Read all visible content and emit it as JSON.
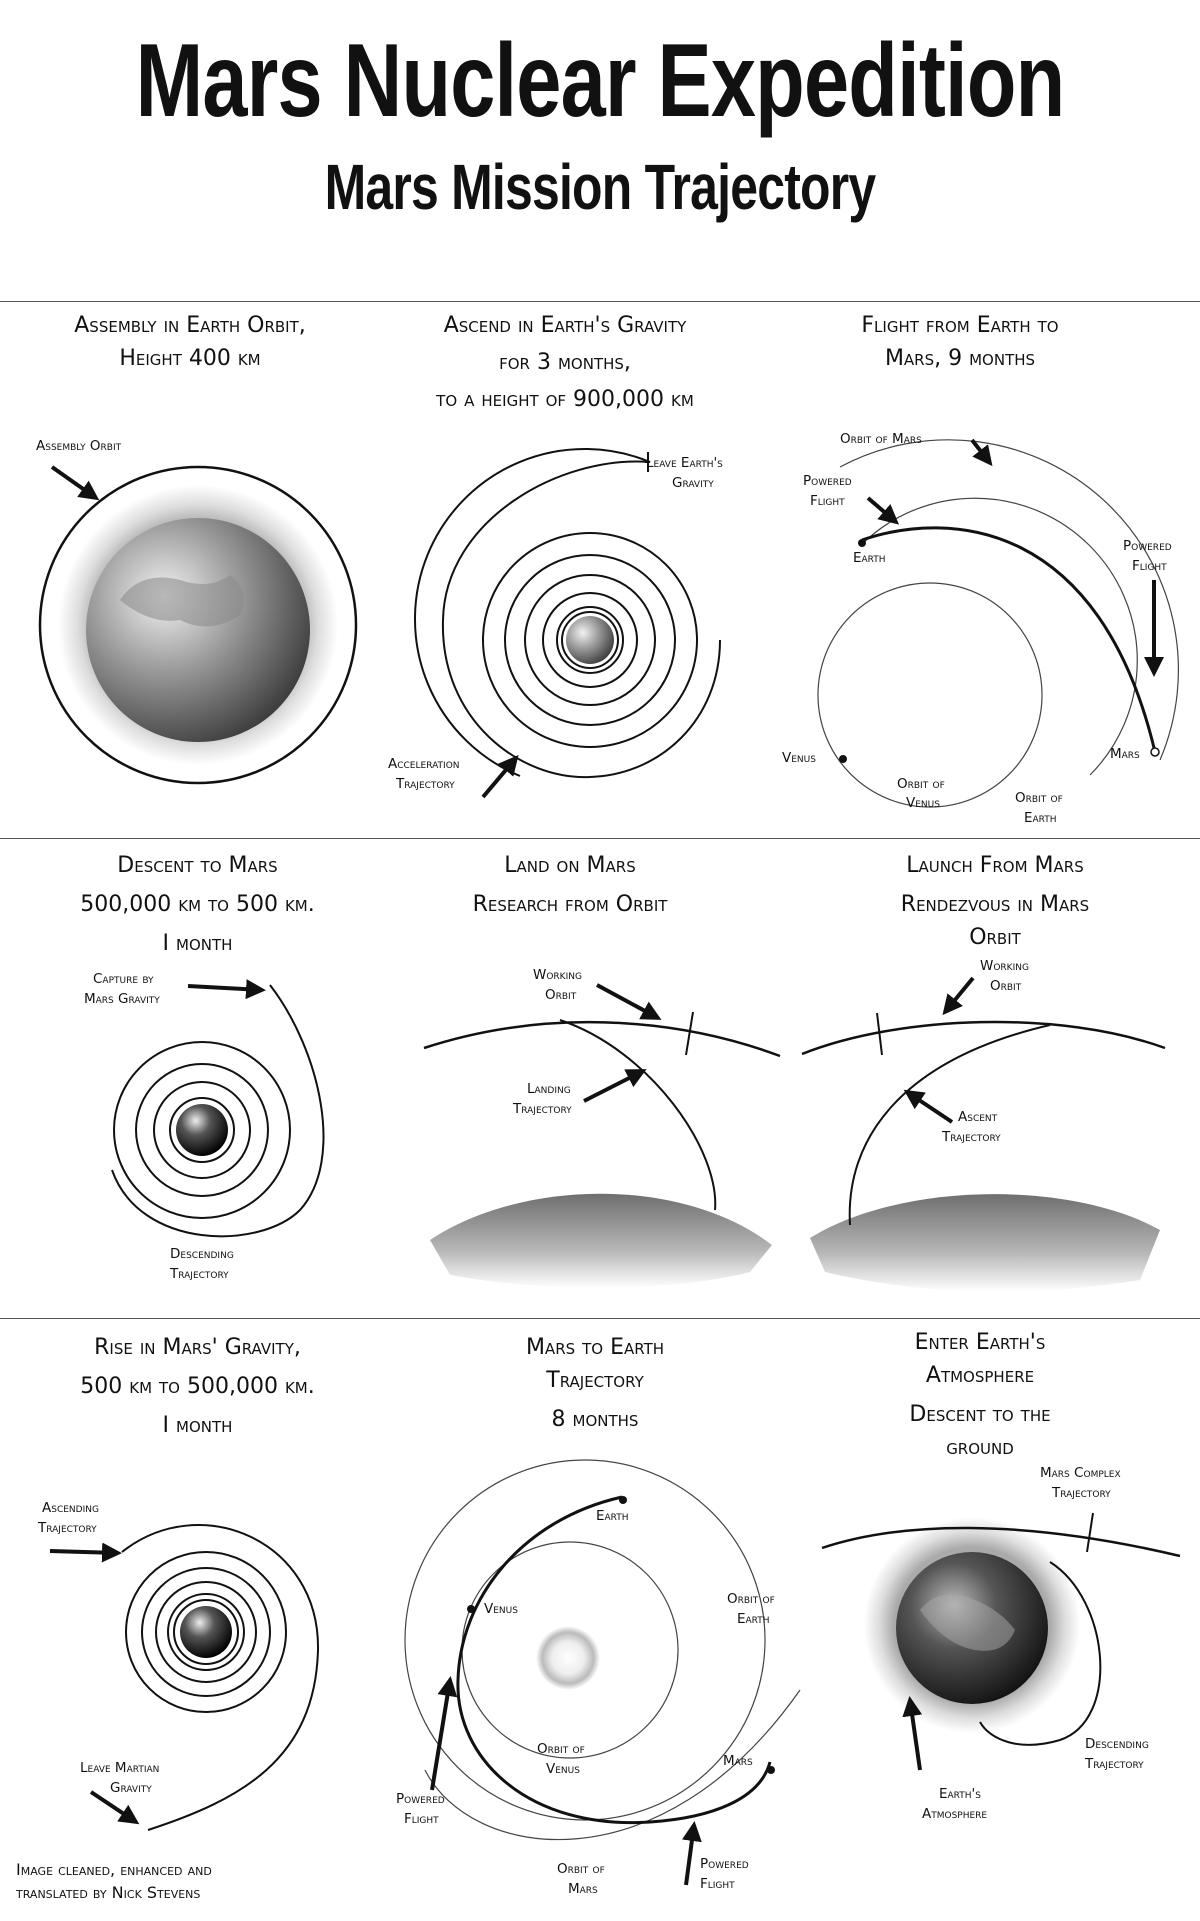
{
  "title": "Mars Nuclear Expedition",
  "subtitle": "Mars Mission Trajectory",
  "panels": [
    {
      "heading": [
        "Assembly in Earth Orbit,",
        "Height 400 km"
      ],
      "labels": {
        "assembly_orbit": "Assembly Orbit"
      }
    },
    {
      "heading": [
        "Ascend in Earth's Gravity",
        "for 3 months,",
        "to a height of 900,000 km"
      ],
      "labels": {
        "leave_1": "Leave Earth's",
        "leave_2": "Gravity",
        "accel_1": "Acceleration",
        "accel_2": "Trajectory"
      }
    },
    {
      "heading": [
        "Flight from Earth to",
        "Mars, 9 months"
      ],
      "labels": {
        "orbit_mars": "Orbit of Mars",
        "powered_1": "Powered",
        "powered_2": "Flight",
        "earth": "Earth",
        "powered_r1": "Powered",
        "powered_r2": "Flight",
        "venus": "Venus",
        "orbit_venus_1": "Orbit of",
        "orbit_venus_2": "Venus",
        "orbit_earth_1": "Orbit of",
        "orbit_earth_2": "Earth",
        "mars": "Mars"
      }
    },
    {
      "heading": [
        "Descent to Mars",
        "500,000 km to 500 km.",
        "I month"
      ],
      "labels": {
        "capture_1": "Capture by",
        "capture_2": "Mars Gravity",
        "desc_1": "Descending",
        "desc_2": "Trajectory"
      }
    },
    {
      "heading": [
        "Land on Mars",
        "Research from Orbit"
      ],
      "labels": {
        "work_1": "Working",
        "work_2": "Orbit",
        "land_1": "Landing",
        "land_2": "Trajectory"
      }
    },
    {
      "heading": [
        "Launch From Mars",
        "Rendezvous in Mars",
        "Orbit"
      ],
      "labels": {
        "work_1": "Working",
        "work_2": "Orbit",
        "asc_1": "Ascent",
        "asc_2": "Trajectory"
      }
    },
    {
      "heading": [
        "Rise in Mars' Gravity,",
        "500 km to 500,000 km.",
        "I month"
      ],
      "labels": {
        "asc_1": "Ascending",
        "asc_2": "Trajectory",
        "leave_1": "Leave Martian",
        "leave_2": "Gravity"
      }
    },
    {
      "heading": [
        "Mars to Earth",
        "Trajectory",
        "8 months"
      ],
      "labels": {
        "earth": "Earth",
        "venus": "Venus",
        "orbit_earth_1": "Orbit of",
        "orbit_earth_2": "Earth",
        "orbit_venus_1": "Orbit of",
        "orbit_venus_2": "Venus",
        "mars": "Mars",
        "powered_1": "Powered",
        "powered_2": "Flight",
        "orbit_mars_1": "Orbit of",
        "orbit_mars_2": "Mars",
        "powered_r1": "Powered",
        "powered_r2": "Flight"
      }
    },
    {
      "heading": [
        "Enter Earth's",
        "Atmosphere",
        "Descent to the",
        "ground"
      ],
      "labels": {
        "complex_1": "Mars Complex",
        "complex_2": "Trajectory",
        "desc_1": "Descending",
        "desc_2": "Trajectory",
        "atm_1": "Earth's",
        "atm_2": "Atmosphere"
      }
    }
  ],
  "credit": [
    "Image cleaned, enhanced and",
    "translated by Nick Stevens"
  ]
}
